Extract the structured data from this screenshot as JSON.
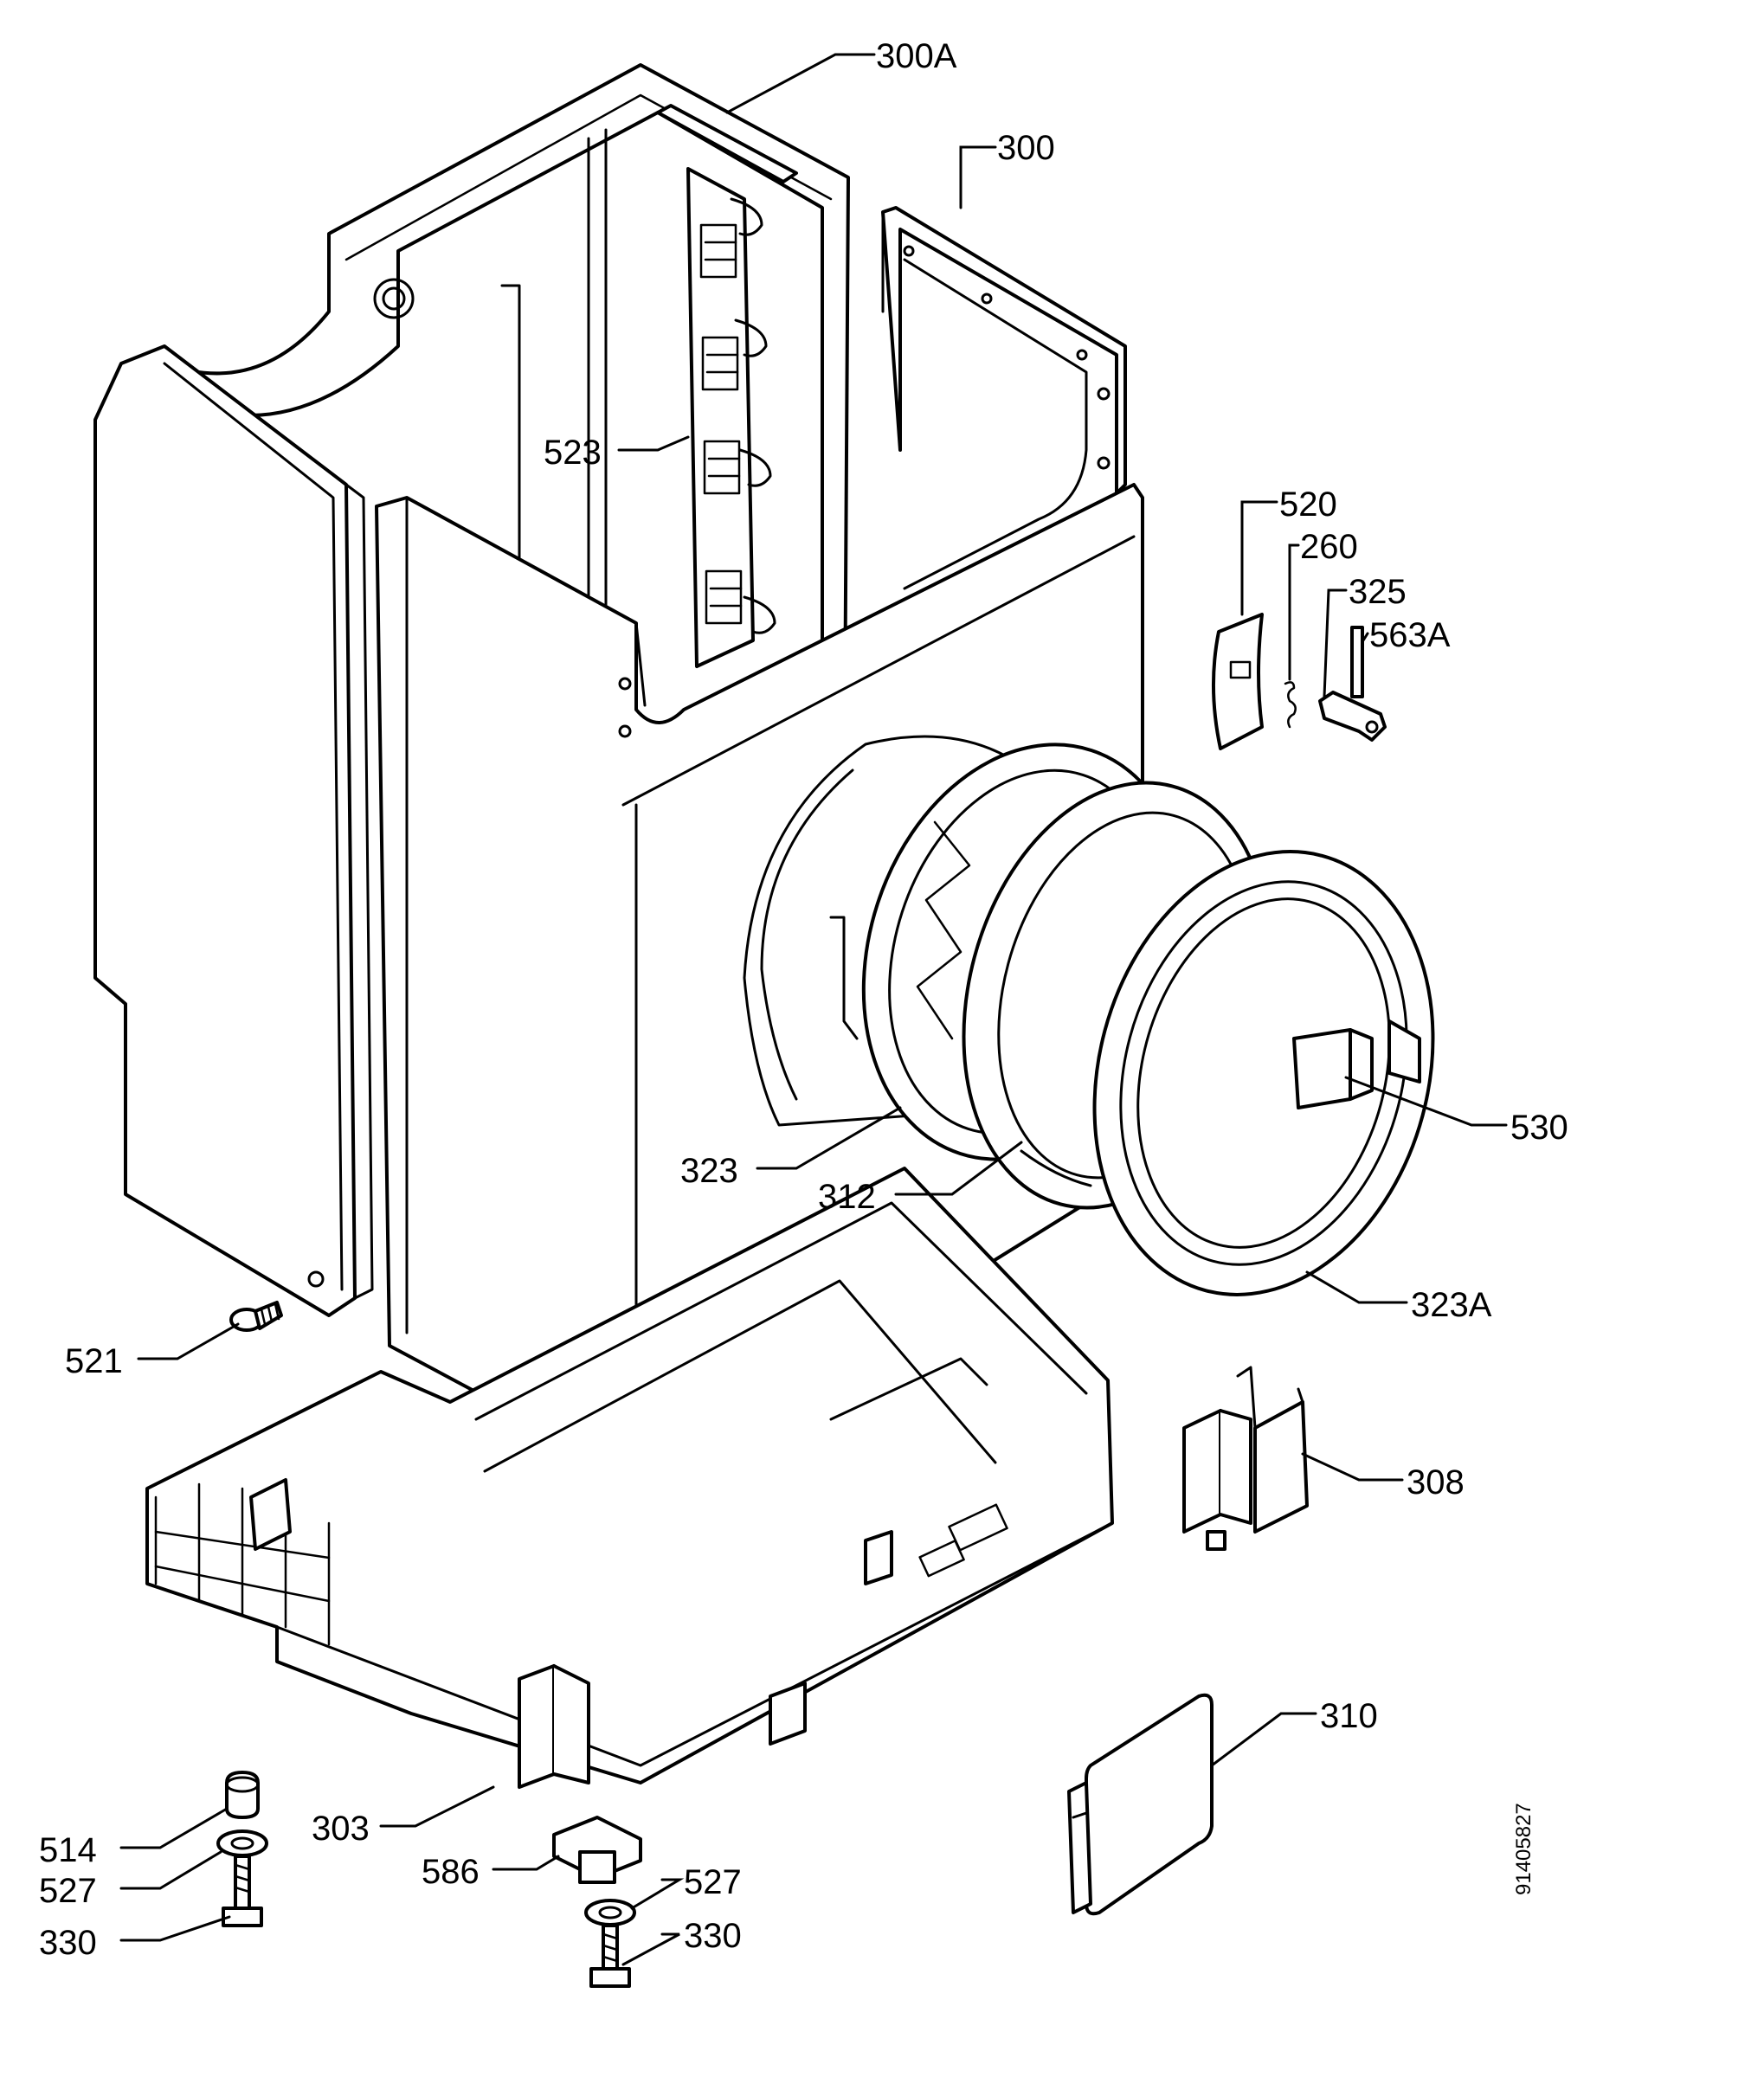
{
  "diagram": {
    "document_id": "91405827",
    "labels": [
      {
        "key": "p300A",
        "text": "300A"
      },
      {
        "key": "p300",
        "text": "300"
      },
      {
        "key": "p523",
        "text": "523"
      },
      {
        "key": "p520",
        "text": "520"
      },
      {
        "key": "p260",
        "text": "260"
      },
      {
        "key": "p325",
        "text": "325"
      },
      {
        "key": "p563A",
        "text": "563A"
      },
      {
        "key": "p530",
        "text": "530"
      },
      {
        "key": "p323",
        "text": "323"
      },
      {
        "key": "p312",
        "text": "312"
      },
      {
        "key": "p323A",
        "text": "323A"
      },
      {
        "key": "p521",
        "text": "521"
      },
      {
        "key": "p308",
        "text": "308"
      },
      {
        "key": "p310",
        "text": "310"
      },
      {
        "key": "p303",
        "text": "303"
      },
      {
        "key": "p514",
        "text": "514"
      },
      {
        "key": "p527a",
        "text": "527"
      },
      {
        "key": "p330a",
        "text": "330"
      },
      {
        "key": "p586",
        "text": "586"
      },
      {
        "key": "p527b",
        "text": "527"
      },
      {
        "key": "p330b",
        "text": "330"
      }
    ]
  }
}
